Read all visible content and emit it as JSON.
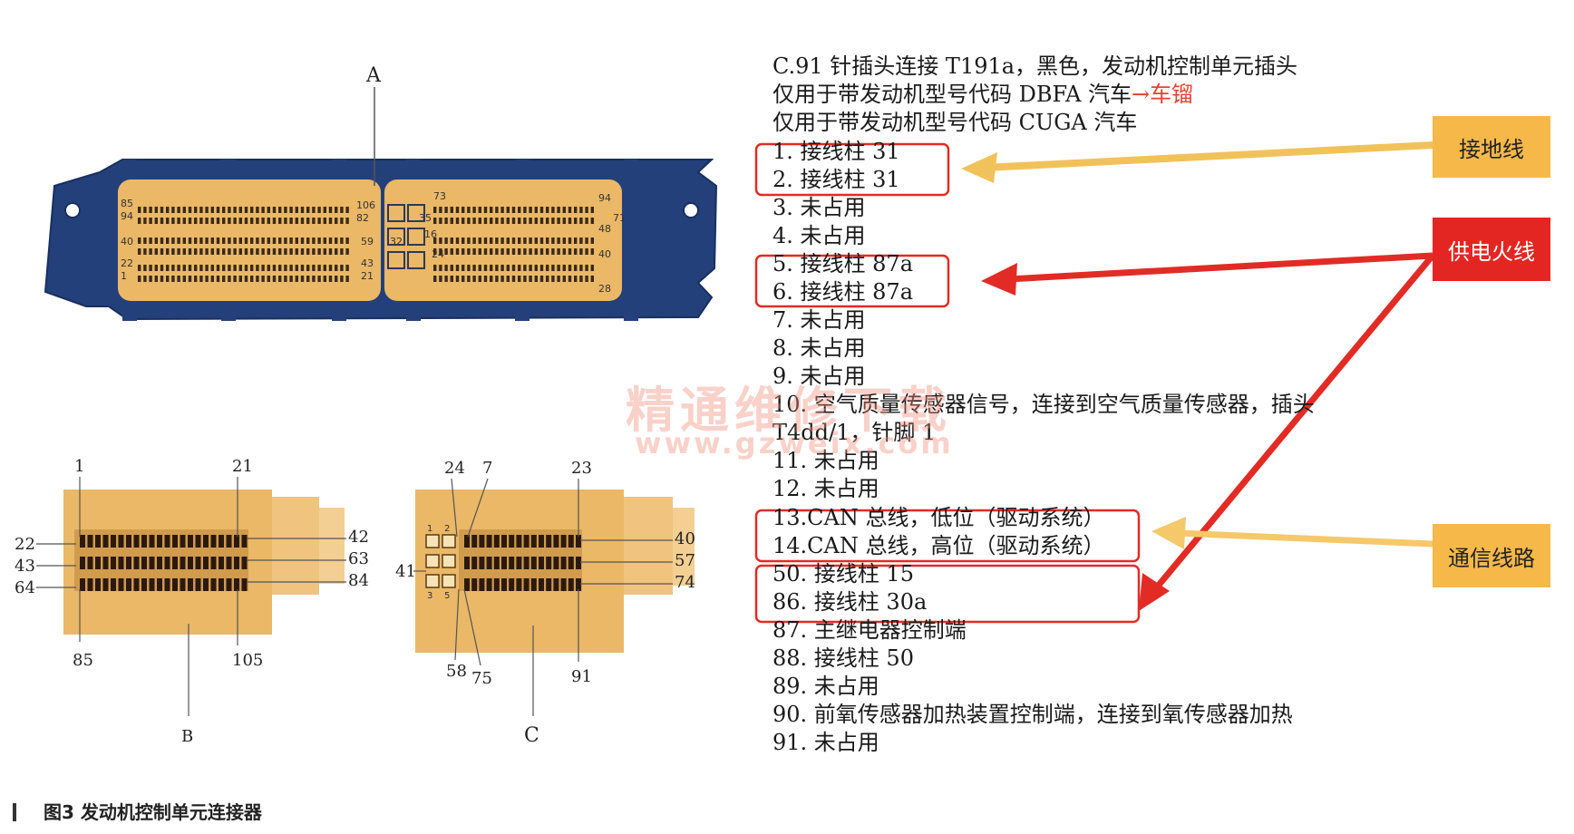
{
  "labels": {
    "A": "A",
    "B": "B",
    "C": "C"
  },
  "connector_top_numbers": [
    "85",
    "94",
    "40",
    "22",
    "1",
    "106",
    "82",
    "59",
    "43",
    "21",
    "73",
    "35",
    "32",
    "16",
    "24",
    "94",
    "71",
    "48",
    "40",
    "28"
  ],
  "connector_b_numbers": {
    "n1": "1",
    "n21": "21",
    "n22": "22",
    "n43": "43",
    "n64": "64",
    "n42": "42",
    "n63": "63",
    "n84": "84",
    "n85": "85",
    "n105": "105"
  },
  "connector_c_numbers": {
    "n24": "24",
    "n7": "7",
    "n23": "23",
    "n40": "40",
    "n57": "57",
    "n74": "74",
    "n41": "41",
    "n58": "58",
    "n75": "75",
    "n91": "91",
    "n1": "1",
    "n2": "2",
    "n3": "3",
    "n5": "5"
  },
  "pin_list": {
    "header1": "C.91 针插头连接 T191a，黑色，发动机控制单元插头",
    "header2_a": "仅用于带发动机型号代码 DBFA 汽车",
    "header2_b": "→车镏",
    "header3": "仅用于带发动机型号代码 CUGA 汽车",
    "items": [
      "1. 接线柱 31",
      "2. 接线柱 31",
      "3. 未占用",
      "4. 未占用",
      "5. 接线柱 87a",
      "6. 接线柱 87a",
      "7. 未占用",
      "8. 未占用",
      "9. 未占用",
      "10. 空气质量传感器信号，连接到空气质量传感器，插头",
      "T4dd/1，针脚 1",
      "11. 未占用",
      "12. 未占用",
      "13.CAN 总线，低位（驱动系统）",
      "14.CAN 总线，高位（驱动系统）",
      "50. 接线柱 15",
      "86. 接线柱 30a",
      "87. 主继电器控制端",
      "88. 接线柱 50",
      "89. 未占用",
      "90. 前氧传感器加热装置控制端，连接到氧传感器加热",
      "91. 未占用"
    ]
  },
  "tags": {
    "ground": "接地线",
    "power": "供电火线",
    "comm": "通信线路"
  },
  "colors": {
    "connector_blue": "#24407a",
    "connector_tan": "#eab867",
    "highlight_red": "#e32b25",
    "ground_arrow": "#f2c25a",
    "comm_arrow": "#f5c86a",
    "tag_yellow": "#f7b84a",
    "tag_red": "#e32622"
  },
  "watermark": {
    "text1": "精通维修下载",
    "text2": "www.gzweix.com"
  },
  "caption": "图3  发动机控制单元连接器"
}
